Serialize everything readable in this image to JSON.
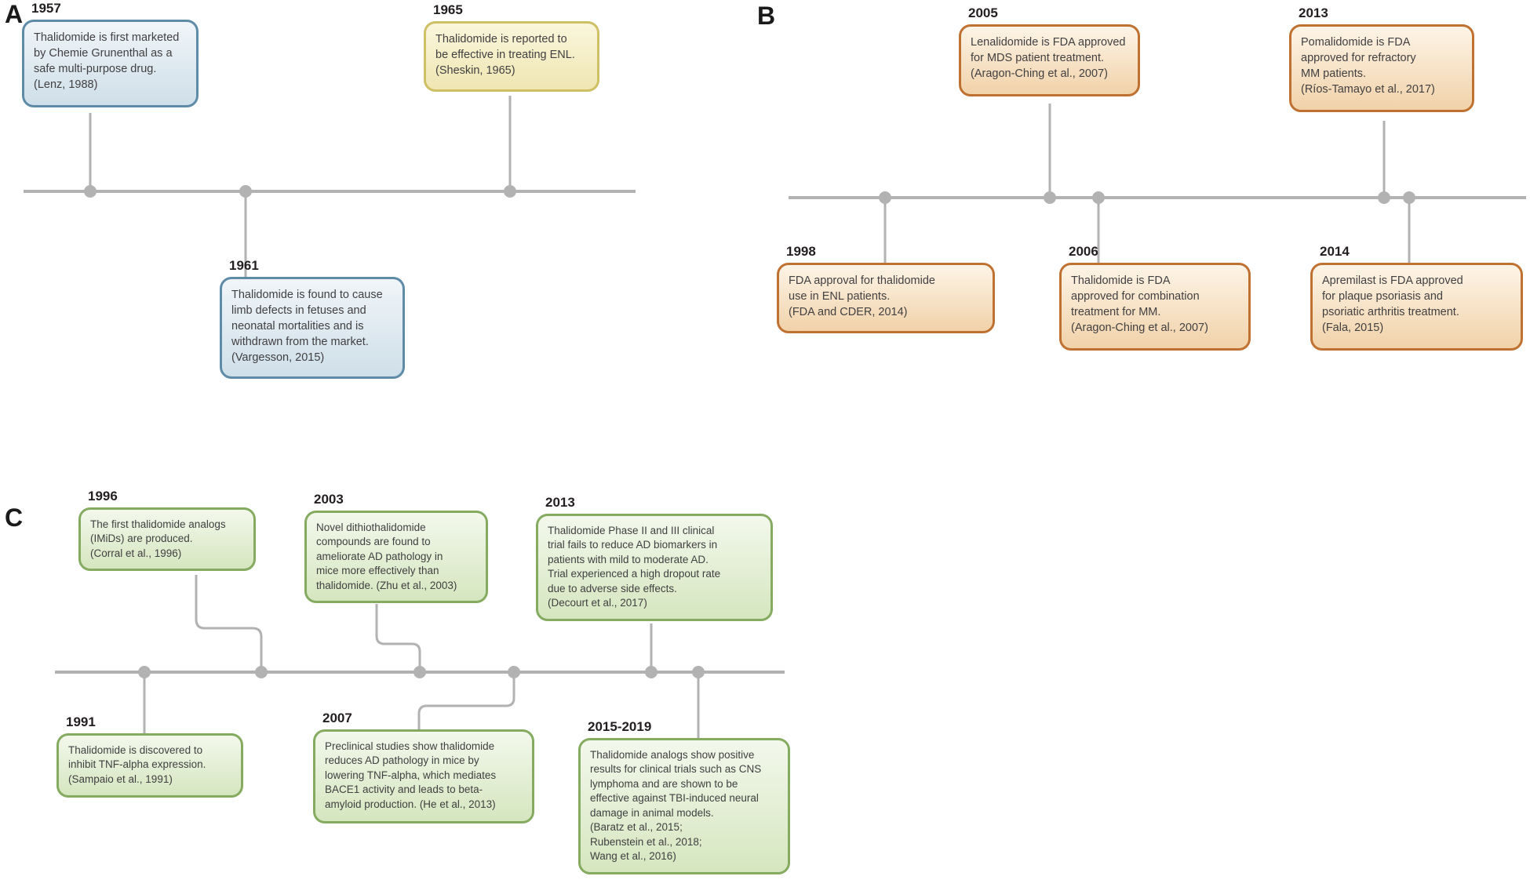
{
  "figure": {
    "type": "timeline-diagram",
    "description_colors": {
      "timeline_line": "#b2b2b2",
      "panel_a_box_border": "#5e8ca8",
      "panel_a_highlight_box_border": "#cdc065",
      "panel_b_box_border": "#bf7132",
      "panel_c_box_border": "#85ab61",
      "body_text": "#414042",
      "year_text": "#231f20"
    }
  },
  "panels": {
    "A": {
      "label": "A",
      "events": [
        {
          "year": "1957",
          "text": "Thalidomide is first marketed\nby Chemie Grunenthal as a\nsafe multi-purpose drug.\n(Lenz, 1988)"
        },
        {
          "year": "1965",
          "text": "Thalidomide is reported to\nbe effective in treating ENL.\n(Sheskin, 1965)"
        },
        {
          "year": "1961",
          "text": "Thalidomide is found to cause\nlimb defects in fetuses and\nneonatal mortalities and is\nwithdrawn from the market.\n(Vargesson, 2015)"
        }
      ]
    },
    "B": {
      "label": "B",
      "events": [
        {
          "year": "2005",
          "text": "Lenalidomide is FDA approved\nfor MDS patient treatment.\n(Aragon-Ching et al., 2007)"
        },
        {
          "year": "2013",
          "text": "Pomalidomide is FDA\napproved for refractory\nMM patients.\n(Ríos-Tamayo et al., 2017)"
        },
        {
          "year": "1998",
          "text": "FDA approval for thalidomide\nuse in ENL patients.\n(FDA and CDER, 2014)"
        },
        {
          "year": "2006",
          "text": "Thalidomide is FDA\napproved for combination\ntreatment for MM.\n(Aragon-Ching et al., 2007)"
        },
        {
          "year": "2014",
          "text": "Apremilast is FDA approved\nfor plaque psoriasis and\npsoriatic arthritis treatment.\n(Fala, 2015)"
        }
      ]
    },
    "C": {
      "label": "C",
      "events": [
        {
          "year": "1996",
          "text": "The first thalidomide analogs\n(IMiDs) are produced.\n(Corral et al., 1996)"
        },
        {
          "year": "2003",
          "text": "Novel dithiothalidomide\ncompounds are found to\nameliorate AD pathology in\nmice more effectively than\nthalidomide. (Zhu et al., 2003)"
        },
        {
          "year": "2013",
          "text": "Thalidomide Phase II and III clinical\ntrial fails to reduce AD biomarkers in\npatients with mild to moderate AD.\nTrial experienced a high dropout rate\ndue to adverse side effects.\n(Decourt et al., 2017)"
        },
        {
          "year": "1991",
          "text": "Thalidomide is discovered to\ninhibit TNF-alpha expression.\n(Sampaio et al., 1991)"
        },
        {
          "year": "2007",
          "text": "Preclinical studies show thalidomide\nreduces AD pathology in mice by\nlowering TNF-alpha, which mediates\nBACE1 activity and leads to beta-\namyloid production. (He et al., 2013)"
        },
        {
          "year": "2015-2019",
          "text": "Thalidomide analogs show positive\nresults for clinical trials such as CNS\nlymphoma and are shown to be\neffective against TBI-induced neural\ndamage in animal models.\n(Baratz et al., 2015;\nRubenstein et al., 2018;\nWang et al., 2016)"
        }
      ]
    }
  }
}
